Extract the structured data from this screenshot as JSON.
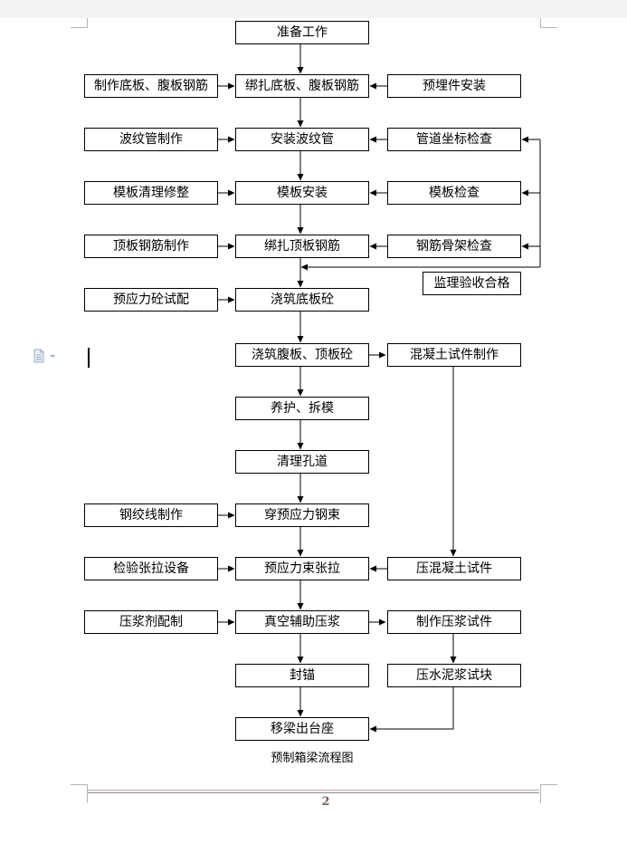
{
  "flowchart": {
    "center": [
      "准备工作",
      "绑扎底板、腹板钢筋",
      "安装波纹管",
      "模板安装",
      "绑扎顶板钢筋",
      "浇筑底板砼",
      "浇筑腹板、顶板砼",
      "养护、拆模",
      "清理孔道",
      "穿预应力钢束",
      "预应力束张拉",
      "真空辅助压浆",
      "封锚",
      "移梁出台座"
    ],
    "left": {
      "rebar_bottom": "制作底板、腹板钢筋",
      "duct": "波纹管制作",
      "formwork_trim": "模板清理修整",
      "rebar_top": "顶板钢筋制作",
      "mix_trial": "预应力砼试配",
      "strand": "钢绞线制作",
      "tension_check": "检验张拉设备",
      "grout_mix": "压浆剂配制"
    },
    "right": {
      "embedded": "预埋件安装",
      "duct_check": "管道坐标检查",
      "formwork_check": "模板检查",
      "cage_check": "钢筋骨架检查",
      "supervision": "监理验收合格",
      "specimen": "混凝土试件制作",
      "press_specimen": "压混凝土试件",
      "grout_specimen": "制作压浆试件",
      "grout_test": "压水泥浆试块"
    }
  },
  "caption": "预制箱梁流程图",
  "page_number": "2"
}
